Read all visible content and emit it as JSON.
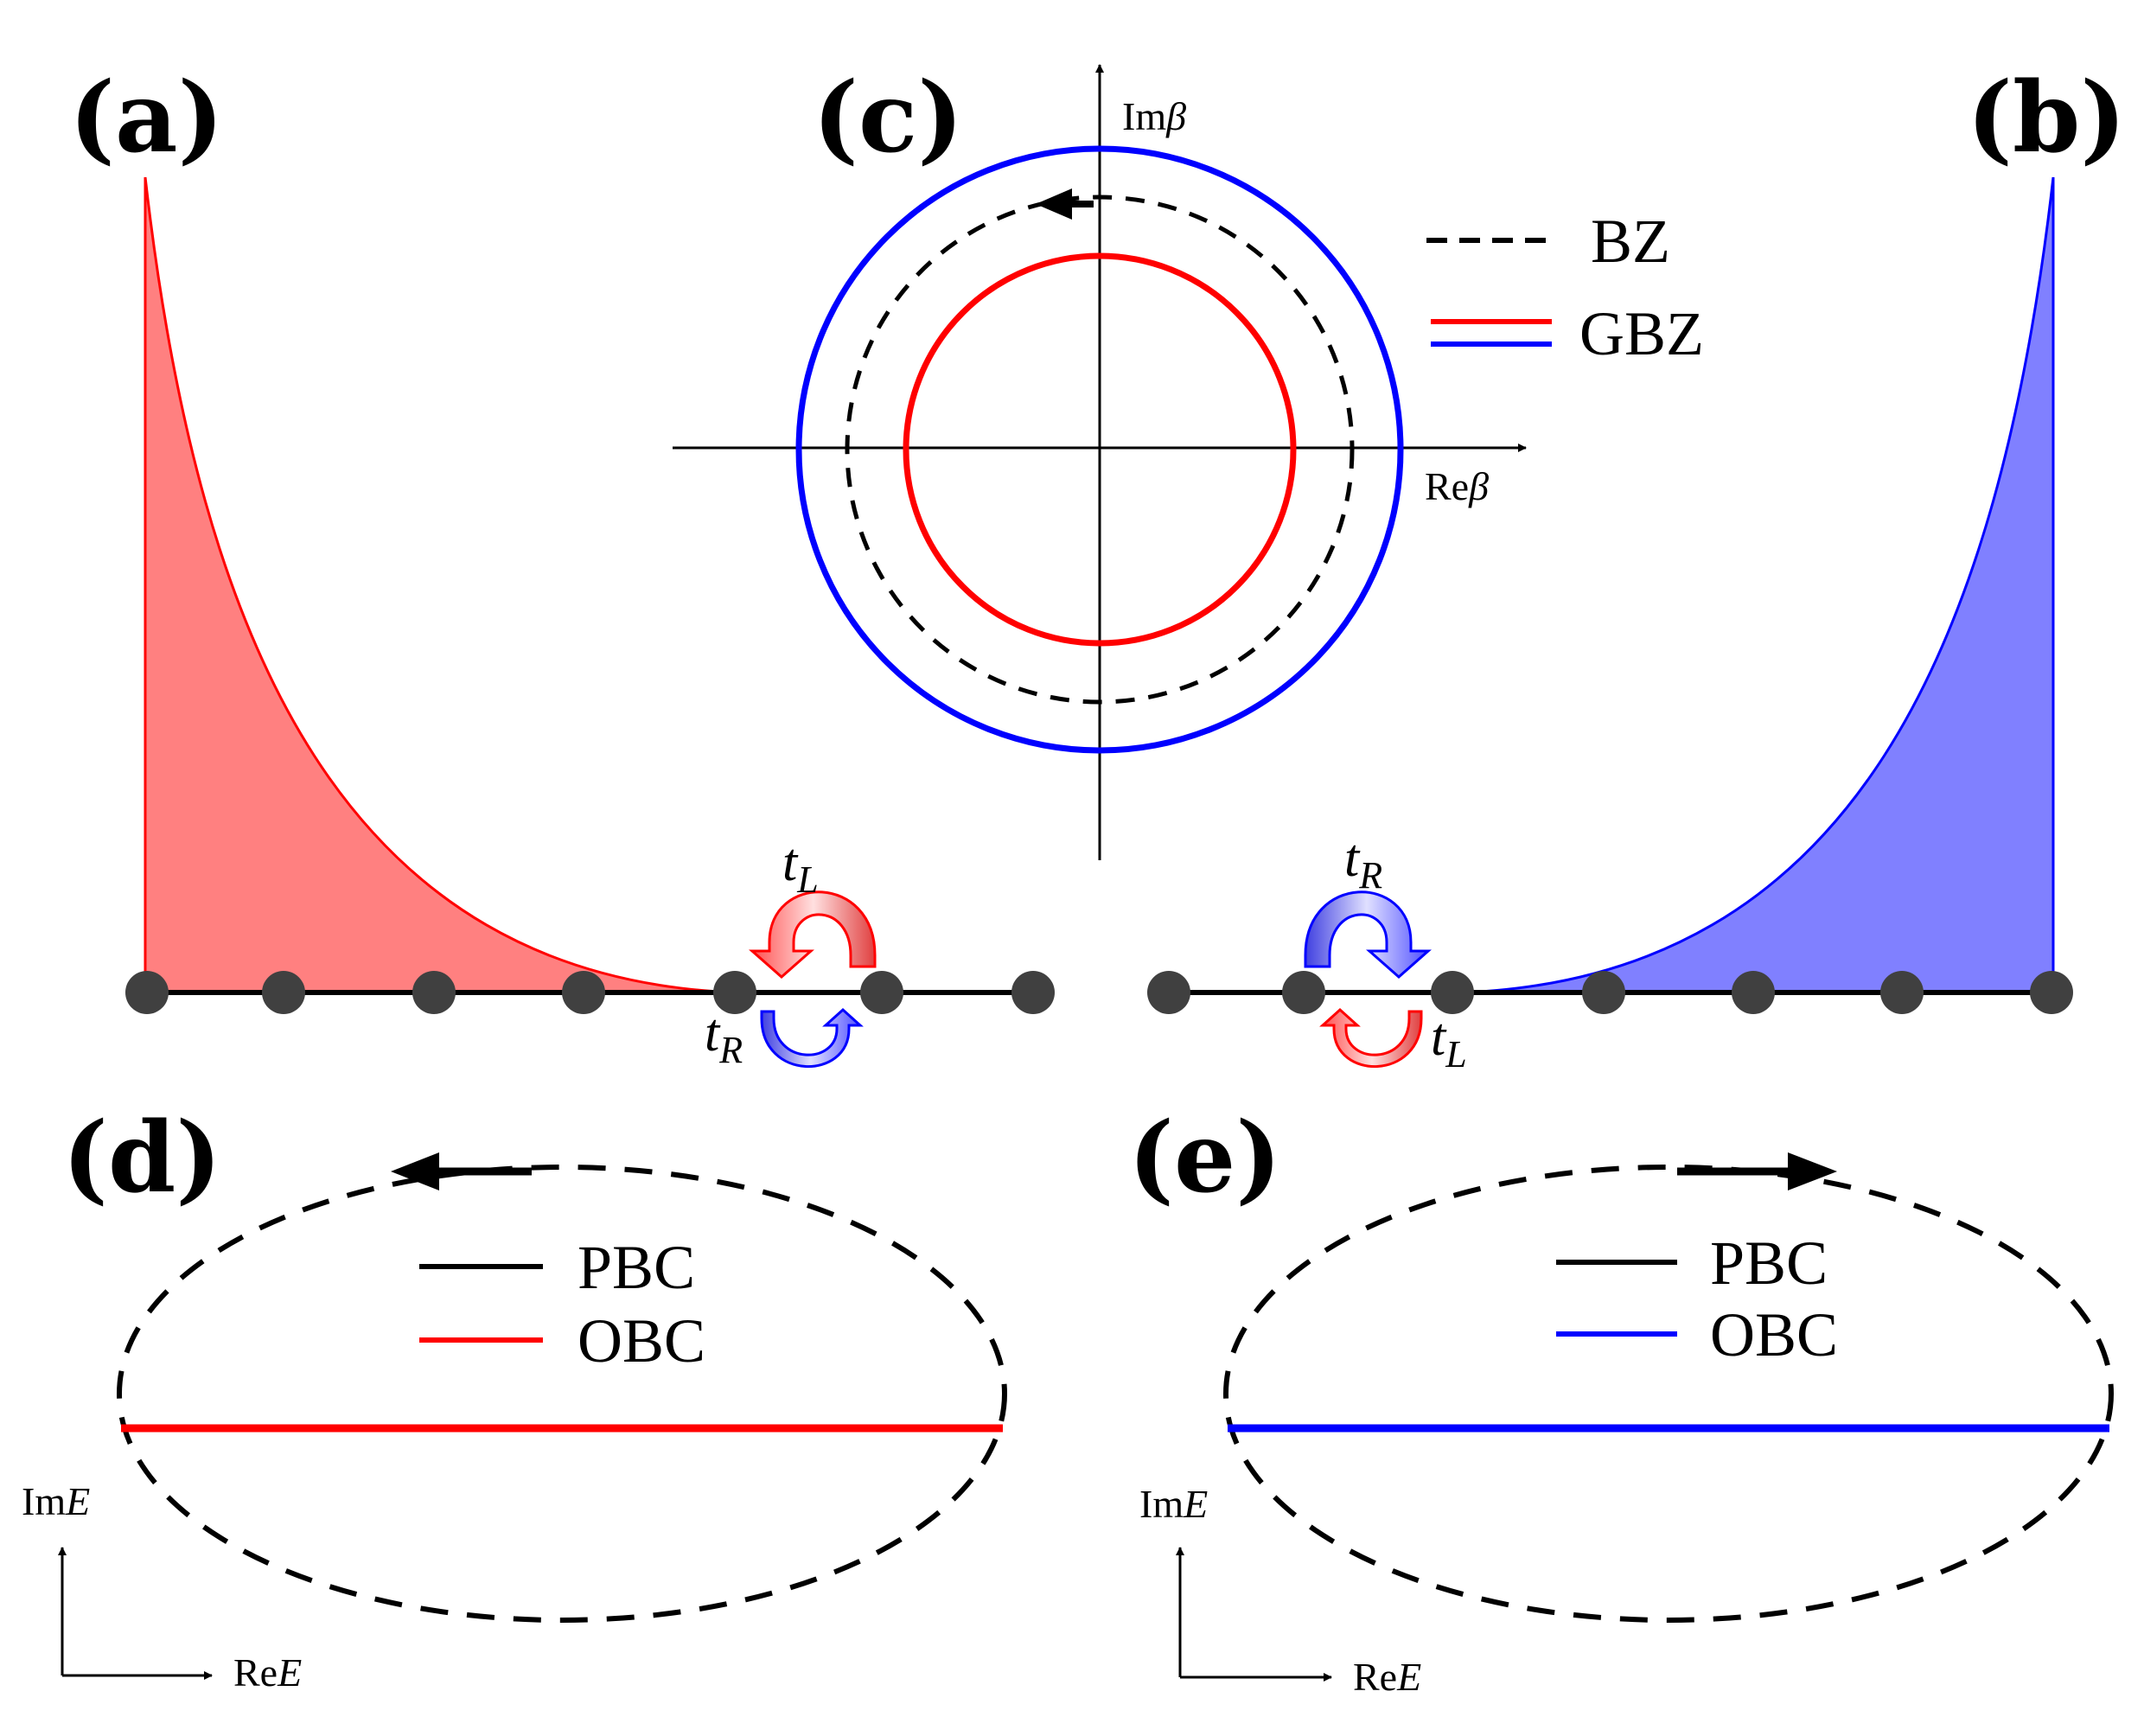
{
  "panels": {
    "a": {
      "label": "(a)"
    },
    "b": {
      "label": "(b)"
    },
    "c": {
      "label": "(c)"
    },
    "d": {
      "label": "(d)"
    },
    "e": {
      "label": "(e)"
    }
  },
  "panel_c": {
    "axis_im_label": {
      "prefix": "Im",
      "symbol": "β"
    },
    "axis_re_label": {
      "prefix": "Re",
      "symbol": "β"
    },
    "legend": [
      {
        "label": "BZ",
        "style": "dashed",
        "colors": [
          "#000000"
        ]
      },
      {
        "label": "GBZ",
        "style": "solid",
        "colors": [
          "#ff0000",
          "#0000ff"
        ]
      }
    ],
    "circles": [
      {
        "name": "BZ",
        "color": "#000000",
        "style": "dashed",
        "relative_radius": 1.0
      },
      {
        "name": "GBZ (red)",
        "color": "#ff0000",
        "style": "solid",
        "relative_radius": 0.77
      },
      {
        "name": "GBZ (blue)",
        "color": "#0000ff",
        "style": "solid",
        "relative_radius": 1.19
      }
    ]
  },
  "hopping": {
    "a": {
      "top": {
        "symbol": "t",
        "sub": "L"
      },
      "bottom": {
        "symbol": "t",
        "sub": "R"
      }
    },
    "b": {
      "top": {
        "symbol": "t",
        "sub": "R"
      },
      "bottom": {
        "symbol": "t",
        "sub": "L"
      }
    }
  },
  "lattice": {
    "a": {
      "sites": 7,
      "localized": "left"
    },
    "b": {
      "sites": 7,
      "localized": "right"
    }
  },
  "panel_d": {
    "legend": [
      {
        "label": "PBC",
        "color": "#000000"
      },
      {
        "label": "OBC",
        "color": "#ff0000"
      }
    ],
    "axis_im_label": {
      "prefix": "Im",
      "symbol": "E"
    },
    "axis_re_label": {
      "prefix": "Re",
      "symbol": "E"
    },
    "winding": "counterclockwise"
  },
  "panel_e": {
    "legend": [
      {
        "label": "PBC",
        "color": "#000000"
      },
      {
        "label": "OBC",
        "color": "#0000ff"
      }
    ],
    "axis_im_label": {
      "prefix": "Im",
      "symbol": "E"
    },
    "axis_re_label": {
      "prefix": "Re",
      "symbol": "E"
    },
    "winding": "clockwise"
  },
  "colors": {
    "red": "#ff0000",
    "blue": "#0000ff",
    "red_fill": "#ff8080",
    "blue_fill": "#8080ff",
    "site": "#404040",
    "axis": "#000000"
  }
}
